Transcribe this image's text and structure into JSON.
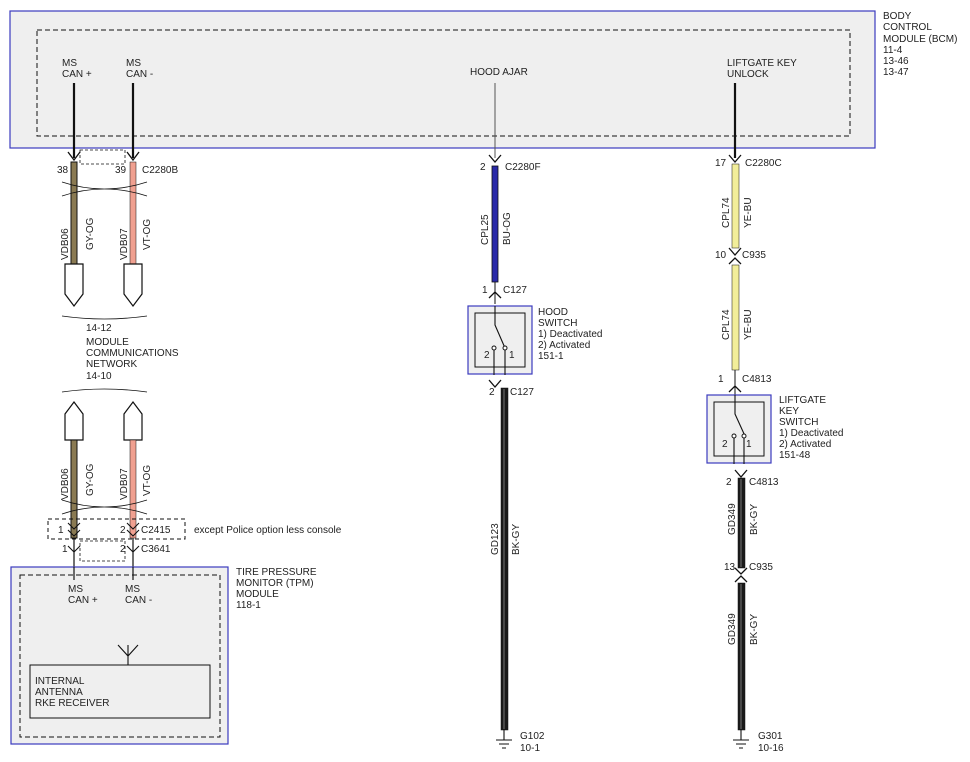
{
  "bcm": {
    "title": [
      "BODY",
      "CONTROL",
      "MODULE (BCM)",
      "11-4",
      "13-46",
      "13-47"
    ],
    "pins": {
      "ms_can_plus": [
        "MS",
        "CAN +"
      ],
      "ms_can_minus": [
        "MS",
        "CAN -"
      ],
      "hood_ajar": "HOOD AJAR",
      "liftgate_key_unlock": [
        "LIFTGATE KEY",
        "UNLOCK"
      ]
    }
  },
  "connectors": {
    "c2280b": {
      "pin1": "38",
      "pin2": "39",
      "name": "C2280B"
    },
    "c2280f": {
      "pin": "2",
      "name": "C2280F"
    },
    "c2280c": {
      "pin": "17",
      "name": "C2280C"
    },
    "c127_top": {
      "pin": "1",
      "name": "C127"
    },
    "c127_bot": {
      "pin": "2",
      "name": "C127"
    },
    "c935_top": {
      "pin": "10",
      "name": "C935"
    },
    "c4813_top": {
      "pin": "1",
      "name": "C4813"
    },
    "c4813_bot": {
      "pin": "2",
      "name": "C4813"
    },
    "c935_bot": {
      "pin": "13",
      "name": "C935"
    },
    "c2415": {
      "pin1": "1",
      "pin2": "2",
      "name": "C2415",
      "note": "except Police option less console"
    },
    "c3641": {
      "pin1": "1",
      "pin2": "2",
      "name": "C3641"
    }
  },
  "wires": {
    "vdb06_top": {
      "circuit": "VDB06",
      "color": "GY-OG"
    },
    "vdb07_top": {
      "circuit": "VDB07",
      "color": "VT-OG"
    },
    "vdb06_bot": {
      "circuit": "VDB06",
      "color": "GY-OG"
    },
    "vdb07_bot": {
      "circuit": "VDB07",
      "color": "VT-OG"
    },
    "cpl25": {
      "circuit": "CPL25",
      "color": "BU-OG"
    },
    "cpl74_top": {
      "circuit": "CPL74",
      "color": "YE-BU"
    },
    "cpl74_bot": {
      "circuit": "CPL74",
      "color": "YE-BU"
    },
    "gd123": {
      "circuit": "GD123",
      "color": "BK-GY"
    },
    "gd349_top": {
      "circuit": "GD349",
      "color": "BK-GY"
    },
    "gd349_bot": {
      "circuit": "GD349",
      "color": "BK-GY"
    }
  },
  "network": {
    "ref_top": "14-12",
    "name": [
      "MODULE",
      "COMMUNICATIONS",
      "NETWORK"
    ],
    "ref_bot": "14-10"
  },
  "hood_switch": {
    "lines": [
      "HOOD",
      "SWITCH",
      "1) Deactivated",
      "2) Activated",
      "151-1"
    ],
    "pos1": "1",
    "pos2": "2"
  },
  "liftgate_switch": {
    "lines": [
      "LIFTGATE",
      "KEY",
      "SWITCH",
      "1) Deactivated",
      "2) Activated",
      "151-48"
    ],
    "pos1": "1",
    "pos2": "2"
  },
  "tpm": {
    "title": [
      "TIRE PRESSURE",
      "MONITOR (TPM)",
      "MODULE",
      "118-1"
    ],
    "pin_plus": [
      "MS",
      "CAN +"
    ],
    "pin_minus": [
      "MS",
      "CAN -"
    ],
    "internal": [
      "INTERNAL",
      "ANTENNA",
      "RKE RECEIVER"
    ]
  },
  "grounds": {
    "g102": {
      "name": "G102",
      "ref": "10-1"
    },
    "g301": {
      "name": "G301",
      "ref": "10-16"
    }
  },
  "colors": {
    "gy_og": "#8a7a52",
    "vt_og": "#f0a090",
    "bu_og": "#2a2aa8",
    "ye_bu": "#f2ee9a",
    "bk_gy": "#1a1a1a",
    "module_border": "#3b3bbf",
    "module_fill": "#efefef"
  }
}
